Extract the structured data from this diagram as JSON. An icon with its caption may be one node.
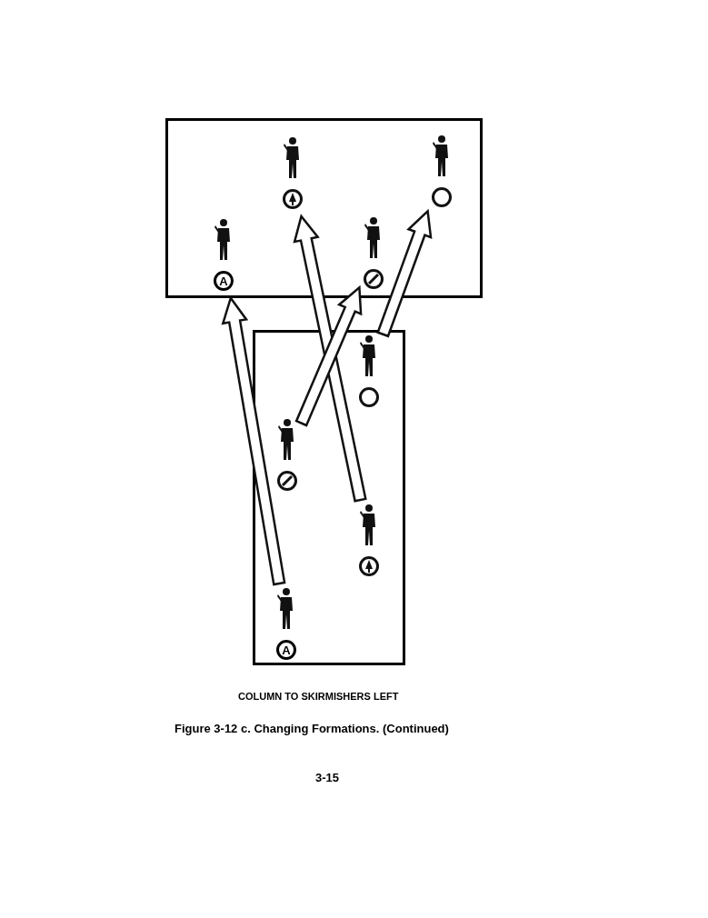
{
  "diagram": {
    "caption": "Figure 3-12 c. Changing Formations. (Continued)",
    "nodes": [
      {
        "text": [],
        "shape": "box"
      },
      {
        "text": [],
        "shape": "box"
      },
      {
        "text": [],
        "shape": "person",
        "in": 0
      },
      {
        "text": [],
        "shape": "person",
        "in": 0
      },
      {
        "text": [
          "A"
        ],
        "in": 0
      },
      {
        "text": [],
        "shape": "person",
        "in": 0
      },
      {
        "text": [],
        "shape": "person",
        "in": 1
      },
      {
        "text": [],
        "shape": "person",
        "in": 1
      },
      {
        "text": [],
        "shape": "person",
        "in": 1
      },
      {
        "text": [
          "A"
        ],
        "in": 1
      }
    ],
    "edges": [
      {
        "from": 9,
        "to": 4,
        "arrow": "to"
      },
      {
        "from": 8,
        "to": 2,
        "arrow": "to"
      },
      {
        "from": 7,
        "to": 5,
        "arrow": "to"
      },
      {
        "from": 6,
        "to": 3,
        "arrow": "to"
      }
    ],
    "labels": [
      "COLUMN TO SKIRMISHERS LEFT",
      "3-15"
    ]
  }
}
